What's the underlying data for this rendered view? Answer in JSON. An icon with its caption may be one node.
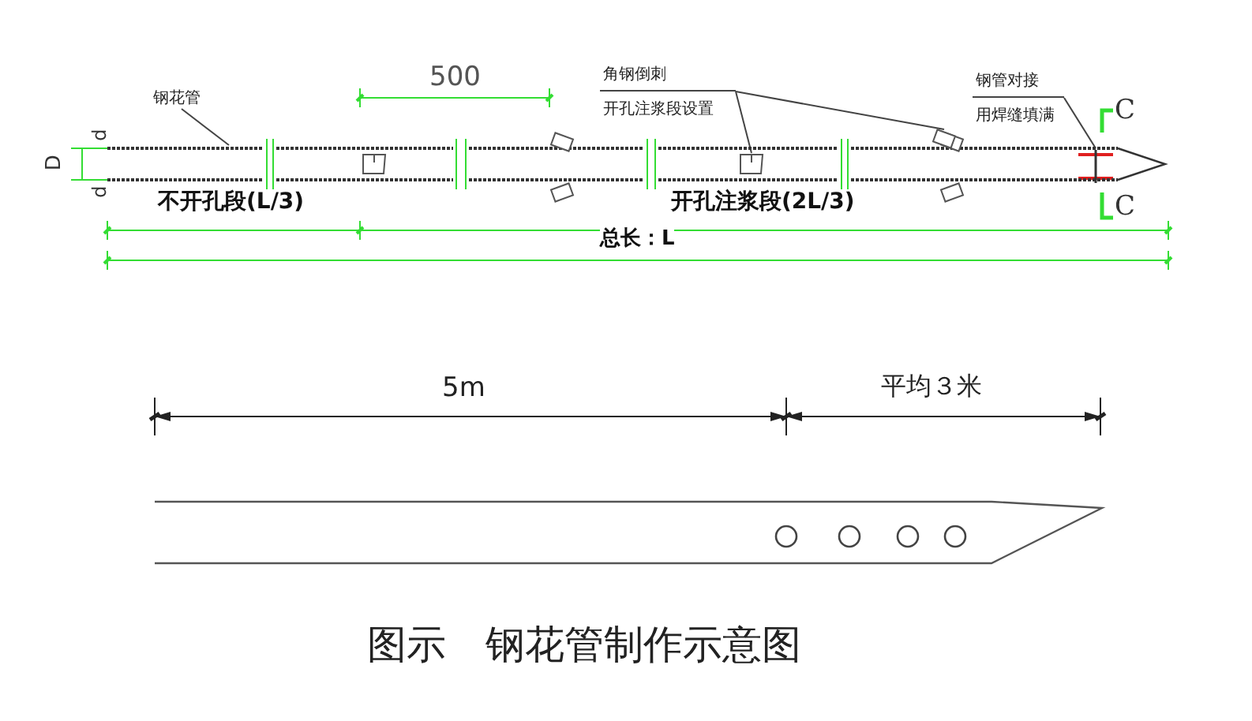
{
  "diagram": {
    "caption": "图示　钢花管制作示意图",
    "nodes": [
      {
        "text": [
          "钢花管"
        ]
      },
      {
        "text": [],
        "shape": "picture"
      },
      {
        "text": [
          "角钢倒刺",
          "开孔注浆段设置"
        ]
      },
      {
        "text": [],
        "shape": "box",
        "in": 1
      },
      {
        "text": [],
        "shape": "box"
      },
      {
        "text": [
          "钢管对接",
          "用焊缝填满"
        ]
      },
      {
        "text": [],
        "shape": "bar",
        "in": 1
      }
    ],
    "edges": [
      {
        "from": 0,
        "to": 1,
        "arrow": "none"
      },
      {
        "from": 2,
        "to": 3,
        "arrow": "none"
      },
      {
        "from": 2,
        "to": 4,
        "arrow": "none"
      },
      {
        "from": 5,
        "to": 6,
        "arrow": "none"
      }
    ],
    "labels": [
      "500",
      "D",
      "d",
      "d",
      "C",
      "不开孔段(L/3)",
      "开孔注浆段(2L/3)",
      "C",
      "总长：L",
      "5m",
      "平均３米"
    ]
  }
}
